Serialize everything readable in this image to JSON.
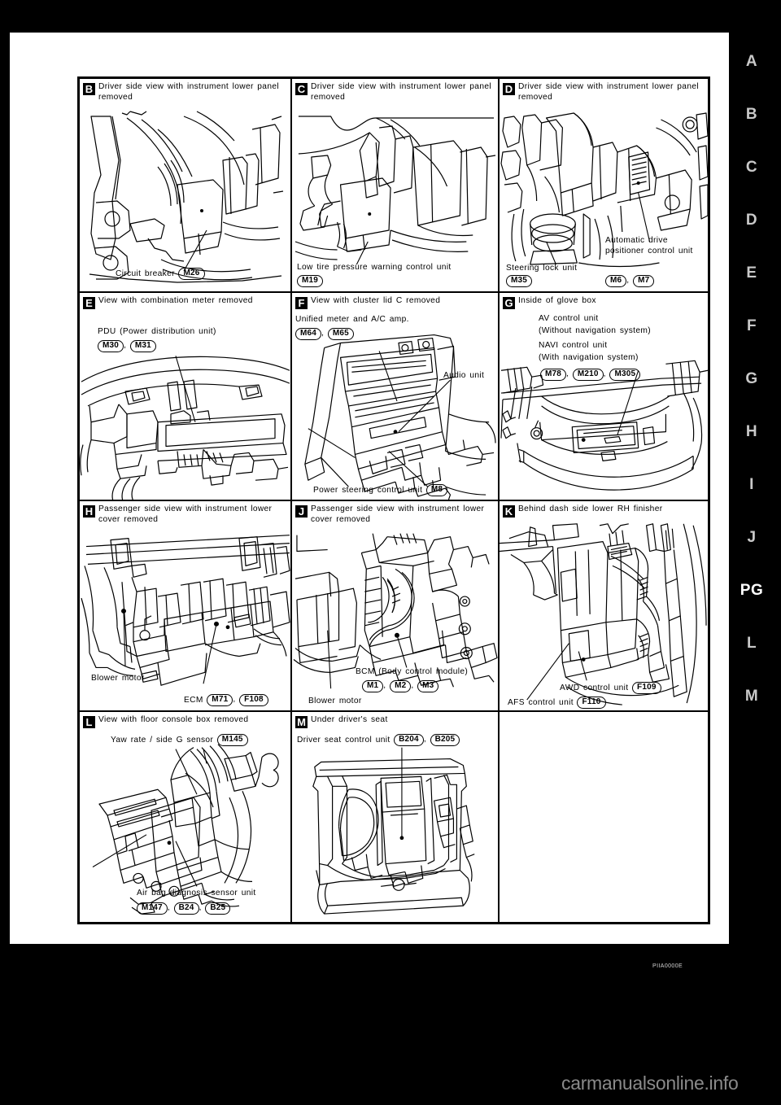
{
  "page": {
    "figure_code": "PIIA0000E",
    "watermark": "carmanualsonline.info"
  },
  "margin_tabs": [
    {
      "label": "A",
      "active": false
    },
    {
      "label": "B",
      "active": false
    },
    {
      "label": "C",
      "active": false
    },
    {
      "label": "D",
      "active": false
    },
    {
      "label": "E",
      "active": false
    },
    {
      "label": "F",
      "active": false
    },
    {
      "label": "G",
      "active": false
    },
    {
      "label": "H",
      "active": false
    },
    {
      "label": "I",
      "active": false
    },
    {
      "label": "J",
      "active": false
    },
    {
      "label": "PG",
      "active": true
    },
    {
      "label": "L",
      "active": false
    },
    {
      "label": "M",
      "active": false
    }
  ],
  "panels": {
    "B": {
      "letter": "B",
      "title": "Driver side view with instrument lower panel removed",
      "callouts": [
        {
          "text": "Circuit breaker",
          "codes": [
            "M26"
          ]
        }
      ]
    },
    "C": {
      "letter": "C",
      "title": "Driver side view with instrument lower panel removed",
      "callouts": [
        {
          "text": "Low tire pressure warning control unit",
          "codes": [
            "M19"
          ]
        }
      ]
    },
    "D": {
      "letter": "D",
      "title": "Driver side view with instrument lower panel removed",
      "callouts": [
        {
          "text": "Steering lock unit",
          "codes": [
            "M35"
          ]
        },
        {
          "text": "Automatic drive positioner control unit",
          "codes": [
            "M6",
            "M7"
          ]
        }
      ]
    },
    "E": {
      "letter": "E",
      "title": "View with combination meter removed",
      "callouts": [
        {
          "text": "PDU (Power distribution unit)",
          "codes": [
            "M30",
            "M31"
          ]
        }
      ]
    },
    "F": {
      "letter": "F",
      "title": "View with cluster lid C removed",
      "callouts": [
        {
          "text": "Unified meter and A/C amp.",
          "codes": [
            "M64",
            "M65"
          ]
        },
        {
          "text": "Audio unit",
          "codes": []
        },
        {
          "text": "Power steering control unit",
          "codes": [
            "M8"
          ]
        }
      ]
    },
    "G": {
      "letter": "G",
      "title": "Inside of glove box",
      "callouts": [
        {
          "text": "AV control unit",
          "codes": []
        },
        {
          "text": "(Without navigation system)",
          "codes": []
        },
        {
          "text": "NAVI control unit",
          "codes": []
        },
        {
          "text": "(With navigation system)",
          "codes": [
            "M78",
            "M210",
            "M305"
          ]
        }
      ]
    },
    "H": {
      "letter": "H",
      "title": "Passenger side view with instrument lower cover removed",
      "callouts": [
        {
          "text": "Blower motor",
          "codes": []
        },
        {
          "text": "ECM",
          "codes": [
            "M71",
            "F108"
          ]
        }
      ]
    },
    "J": {
      "letter": "J",
      "title": "Passenger side view with instrument lower cover removed",
      "callouts": [
        {
          "text": "BCM (Body control module)",
          "codes": [
            "M1",
            "M2",
            "M3"
          ]
        },
        {
          "text": "Blower motor",
          "codes": []
        }
      ]
    },
    "K": {
      "letter": "K",
      "title": "Behind dash side lower RH finisher",
      "callouts": [
        {
          "text": "AWD control unit",
          "codes": [
            "F109"
          ]
        },
        {
          "text": "AFS control unit",
          "codes": [
            "F110"
          ]
        }
      ]
    },
    "L": {
      "letter": "L",
      "title": "View with floor console box removed",
      "callouts": [
        {
          "text": "Yaw rate / side G sensor",
          "codes": [
            "M145"
          ]
        },
        {
          "text": "Air bag diagnosis sensor unit",
          "codes": [
            "M147",
            "B24",
            "B25"
          ]
        }
      ]
    },
    "M": {
      "letter": "M",
      "title": "Under driver's seat",
      "callouts": [
        {
          "text": "Driver seat control unit",
          "codes": [
            "B204",
            "B205"
          ]
        }
      ]
    }
  }
}
